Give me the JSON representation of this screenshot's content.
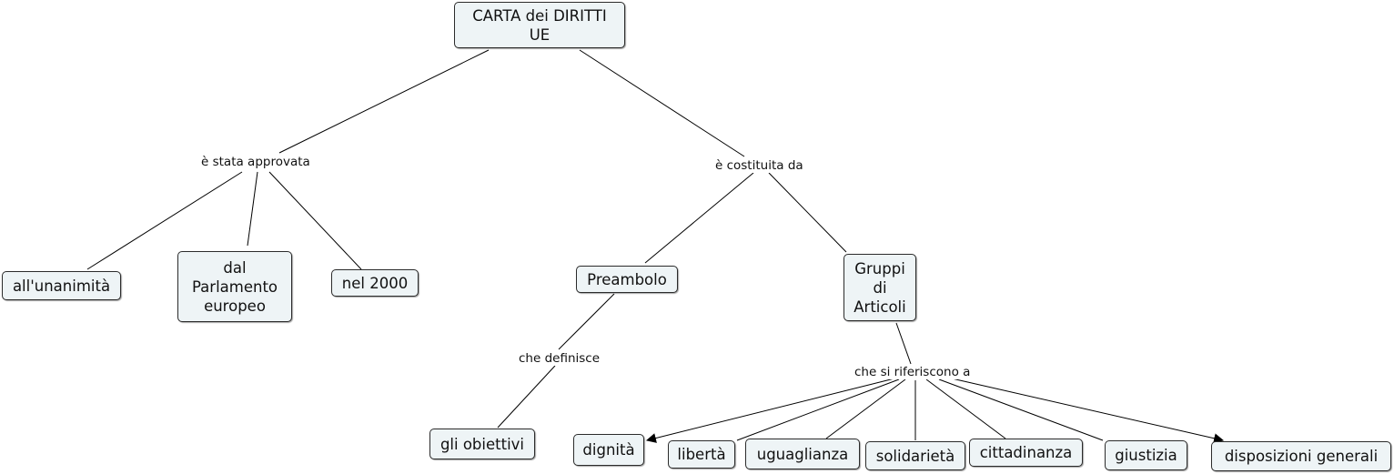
{
  "concept_map": {
    "root": {
      "label": "CARTA dei DIRITTI\nUE"
    },
    "link_labels": {
      "approvata": "è stata approvata",
      "costituita": "è costituita da",
      "definisce": "che definisce",
      "riferiscono": "che si riferiscono a"
    },
    "nodes": {
      "unanimita": "all'unanimità",
      "parlamento": "dal\nParlamento\neuropeo",
      "anno2000": "nel 2000",
      "preambolo": "Preambolo",
      "gruppi": "Gruppi\ndi\nArticoli",
      "obiettivi": "gli obiettivi",
      "dignita": "dignità",
      "liberta": "libertà",
      "uguaglianza": "uguaglianza",
      "solidarieta": "solidarietà",
      "cittadinanza": "cittadinanza",
      "giustizia": "giustizia",
      "disposizioni": "disposizioni generali"
    }
  }
}
